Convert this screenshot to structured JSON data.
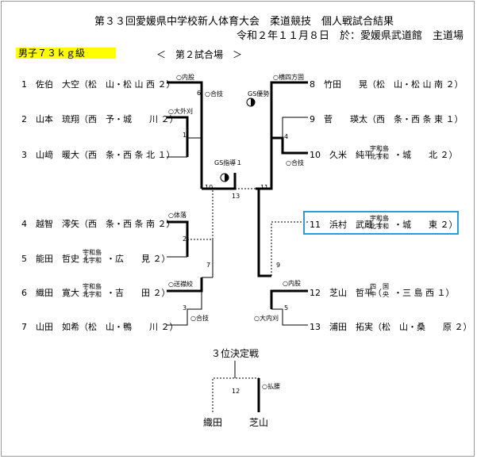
{
  "header": {
    "title": "第３３回愛媛県中学校新人体育大会　柔道競技　個人戦試合結果",
    "subtitle": "令和２年１１月８日　於：愛媛県武道館　主道場"
  },
  "class_label": "男子７３ｋｇ級",
  "venue_label": "＜　第２試合場　＞",
  "players_left": [
    {
      "no": "1",
      "name": "佐伯　大空",
      "school": "（松　山・松 山 西 ２）"
    },
    {
      "no": "2",
      "name": "山本　琉翔",
      "school": "（西　予・城　　川 ２）"
    },
    {
      "no": "3",
      "name": "山﨑　暖大",
      "school": "（西　条・西 条 北 １）"
    },
    {
      "no": "4",
      "name": "越智　澪矢",
      "school": "（西　条・西 条 南 ２）"
    },
    {
      "no": "5",
      "name": "能田　哲史",
      "school1": "宇和島",
      "school2": "北宇和",
      "school": "・広　　見 ２）"
    },
    {
      "no": "6",
      "name": "織田　寛大",
      "school1": "宇和島",
      "school2": "北宇和",
      "school": "・吉　　田 ２）"
    },
    {
      "no": "7",
      "name": "山田　如希",
      "school": "（松　山・鴨　　川 ２）"
    }
  ],
  "players_right": [
    {
      "no": "8",
      "name": "竹田　　晃",
      "school": "（松　山・松 山 南 ２）"
    },
    {
      "no": "9",
      "name": "菅　　瑛太",
      "school": "（西　条・西 条 東 １）"
    },
    {
      "no": "10",
      "name": "久米　純平",
      "school1": "宇和島",
      "school2": "北宇和",
      "school": "・城　　北 ２）"
    },
    {
      "no": "11",
      "name": "浜村　武蔵",
      "school1": "宇和島",
      "school2": "北宇和",
      "school": "・城　　東 ２）"
    },
    {
      "no": "12",
      "name": "芝山　哲平",
      "school1": "四　国",
      "school2": "中　央",
      "school": "・三 島 西 １）"
    },
    {
      "no": "13",
      "name": "浦田　拓実",
      "school": "（松　山・桑　　原 ２）"
    }
  ],
  "wins": {
    "w1": "○内股",
    "w2": "○合技",
    "w3": "○大外刈",
    "w4": "○体落",
    "w5": "○送襟絞",
    "w6": "○合技",
    "w7": "○横四方固",
    "w8": "GS優勢",
    "w9": "○合技",
    "w10": "○内股",
    "w11": "○大内刈",
    "w12": "GS指導１",
    "w13": "○払腰"
  },
  "match_numbers": [
    "6",
    "1",
    "2",
    "3",
    "10",
    "13",
    "11",
    "4",
    "5",
    "7",
    "9",
    "12"
  ],
  "third_place": {
    "label": "３位決定戦",
    "left": "織田",
    "right": "芝山",
    "match": "12"
  }
}
